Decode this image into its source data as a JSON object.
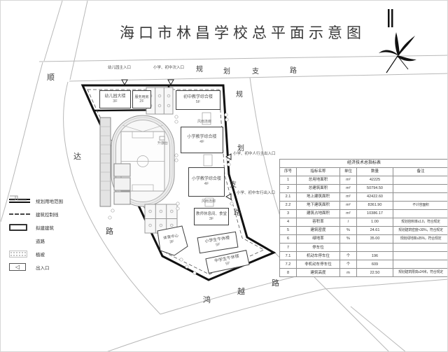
{
  "title": "海口市林昌学校总平面示意图",
  "roads": {
    "shunda": {
      "name": "顺达路",
      "chars": [
        "顺",
        "达",
        "路"
      ]
    },
    "top_branch": {
      "name": "规划支路",
      "chars": [
        "规",
        "划",
        "支",
        "路"
      ]
    },
    "right_branch": {
      "name": "规划支路",
      "chars": [
        "规",
        "划",
        "支",
        "路"
      ]
    },
    "hongyue": {
      "name": "鸿越路",
      "chars": [
        "鸿",
        "越",
        "路"
      ]
    }
  },
  "entrances": {
    "kindergarten_main": "幼儿园主入口",
    "school_secondary": "小学、初中次入口",
    "school_pedestrian_main": "小学、初中人行主出入口",
    "school_vehicle": "小学、初中车行出入口"
  },
  "buildings": {
    "kindergarten": {
      "name": "幼儿园大楼",
      "floor": "3F"
    },
    "service": {
      "name": "服务用房",
      "floor": "2F"
    },
    "junior_teaching": {
      "name": "初中教学综合楼",
      "floor": "5F"
    },
    "primary_teaching_1": {
      "name": "小学教学综合楼",
      "floor": "4F"
    },
    "primary_teaching_2": {
      "name": "小学教学综合楼",
      "floor": "4F"
    },
    "canteen": {
      "name": "教师休息间、食堂",
      "floor": "3F"
    },
    "primary_nap": {
      "name": "小学生午休楼",
      "floor": "5F"
    },
    "middle_nap": {
      "name": "中学生午休楼",
      "floor": "5F"
    },
    "sports_center": {
      "name": "体育中心",
      "floor": "3F"
    }
  },
  "site_labels": {
    "flag_platform": "升旗台",
    "corridor_1": "风雨连廊",
    "corridor_2": "风雨连廊"
  },
  "legend": {
    "items": [
      {
        "label": "规划用地范围"
      },
      {
        "label": "建筑控制线"
      },
      {
        "label": "拟建建筑"
      },
      {
        "label": "道路"
      },
      {
        "label": "植被"
      },
      {
        "label": "出入口"
      }
    ]
  },
  "table": {
    "title": "经济技术总指标表",
    "columns": [
      "序号",
      "指标名称",
      "单位",
      "数量",
      "备注"
    ],
    "rows": [
      [
        "1",
        "总用地面积",
        "m²",
        "42225",
        ""
      ],
      [
        "2",
        "总建筑面积",
        "m²",
        "50794.50",
        ""
      ],
      [
        "2.1",
        "地上建筑面积",
        "m²",
        "42422.60",
        ""
      ],
      [
        "2.2",
        "地下建筑面积",
        "m²",
        "8361.90",
        "不计容面积"
      ],
      [
        "3",
        "建筑占地面积",
        "m²",
        "10386.17",
        ""
      ],
      [
        "4",
        "容积率",
        "/",
        "1.00",
        "规划容积率≤1.0，符合规定"
      ],
      [
        "5",
        "建筑密度",
        "%",
        "24.61",
        "规划建筑密度<30%，符合规定"
      ],
      [
        "6",
        "绿地率",
        "%",
        "35.00",
        "规划绿地率≥35%，符合规定"
      ],
      [
        "7",
        "停车位",
        "",
        "",
        ""
      ],
      [
        "7.1",
        "机动车停车位",
        "个",
        "196",
        ""
      ],
      [
        "7.2",
        "非机动车停车位",
        "个",
        "609",
        ""
      ],
      [
        "8",
        "建筑高度",
        "m",
        "22.50",
        "规划建筑限高≤24米，符合规定"
      ]
    ]
  },
  "colors": {
    "boundary": "#111111",
    "road_line": "#b8b8b8",
    "building_stroke": "#3f3f3f"
  }
}
